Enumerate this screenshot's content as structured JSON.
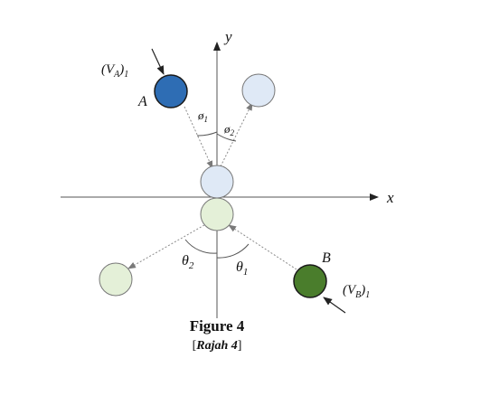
{
  "axes": {
    "x_label": "x",
    "y_label": "y"
  },
  "balls": {
    "a": {
      "label": "A",
      "velocity_label": "(VA)1",
      "color": "#2e6db4"
    },
    "b": {
      "label": "B",
      "velocity_label": "(VB)1",
      "color": "#4a7d2c"
    },
    "a_after_color": "#dfe9f6",
    "b_after_color": "#e4f0d8"
  },
  "angles": {
    "phi1": "ø1",
    "phi2": "ø2",
    "theta1": "θ1",
    "theta2": "θ2"
  },
  "caption": {
    "title": "Figure 4",
    "subtitle_open": "[",
    "subtitle": "Rajah 4",
    "subtitle_close": "]"
  }
}
